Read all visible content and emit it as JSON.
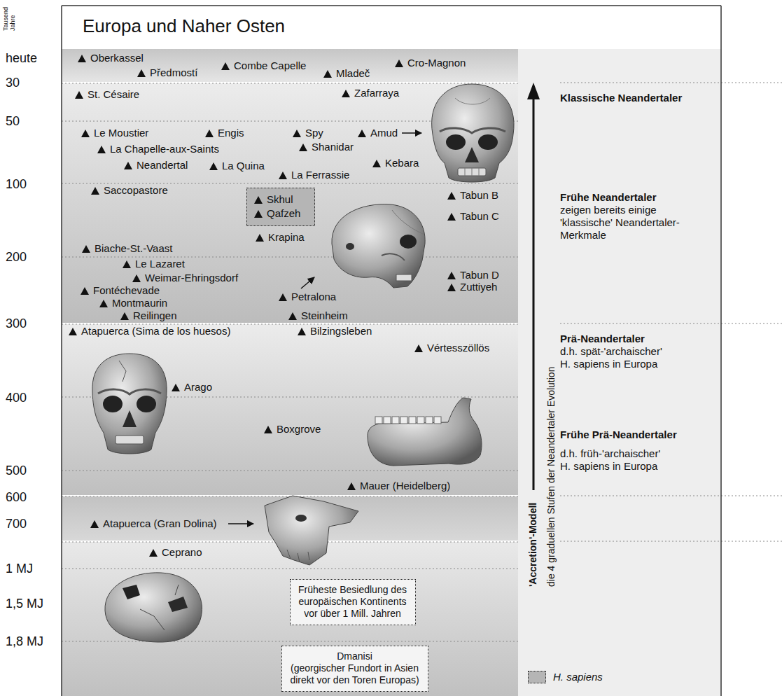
{
  "diagram": {
    "title": "Europa und Naher Osten",
    "nodes": [
      {
        "text": [
          "Skhul",
          "Qafzeh"
        ]
      },
      {
        "text": [
          "Früheste Besiedlung des europäischen Kontinents vor über 1 Mill. Jahren"
        ]
      },
      {
        "text": [
          "Dmanisi",
          "(georgischer Fundort in Asien direkt vor den Toren Europas)"
        ]
      }
    ],
    "labels": [
      "Tausend Jahre",
      "heute",
      "30",
      "50",
      "100",
      "200",
      "300",
      "400",
      "500",
      "600",
      "700",
      "1 MJ",
      "1,5 MJ",
      "1,8 MJ",
      "Oberkassel",
      "Předmostí",
      "Combe Capelle",
      "Mladeč",
      "Cro-Magnon",
      "St. Césaire",
      "Zafarraya",
      "Le Moustier",
      "Engis",
      "Spy",
      "Amud",
      "La Chapelle-aux-Saints",
      "Shanidar",
      "Neandertal",
      "La Quina",
      "Kebara",
      "La Ferrassie",
      "Saccopastore",
      "Tabun B",
      "Tabun C",
      "Krapina",
      "Biache-St.-Vaast",
      "Tabun D",
      "Le Lazaret",
      "Weimar-Ehringsdorf",
      "Zuttiyeh",
      "Fontéchevade",
      "Montmaurin",
      "Petralona",
      "Reilingen",
      "Steinheim",
      "Atapuerca (Sima de los huesos)",
      "Bilzingsleben",
      "Vértesszöllös",
      "Arago",
      "Boxgrove",
      "Mauer (Heidelberg)",
      "Atapuerca (Gran Dolina)",
      "Ceprano",
      "Klassische Neandertaler",
      "Frühe Neandertaler",
      "zeigen bereits einige 'klassische' Neandertaler-Merkmale",
      "Prä-Neandertaler",
      "d.h. spät-'archaischer' H. sapiens in Europa",
      "Frühe Prä-Neandertaler",
      "d.h. früh-'archaischer' H. sapiens in Europa",
      "'Accretion'-Modell",
      "die 4 graduellen Stufen der Neandertaler Evolution"
    ],
    "legend": [
      {
        "text": "H. sapiens",
        "color": "#b5b5b5"
      }
    ]
  }
}
